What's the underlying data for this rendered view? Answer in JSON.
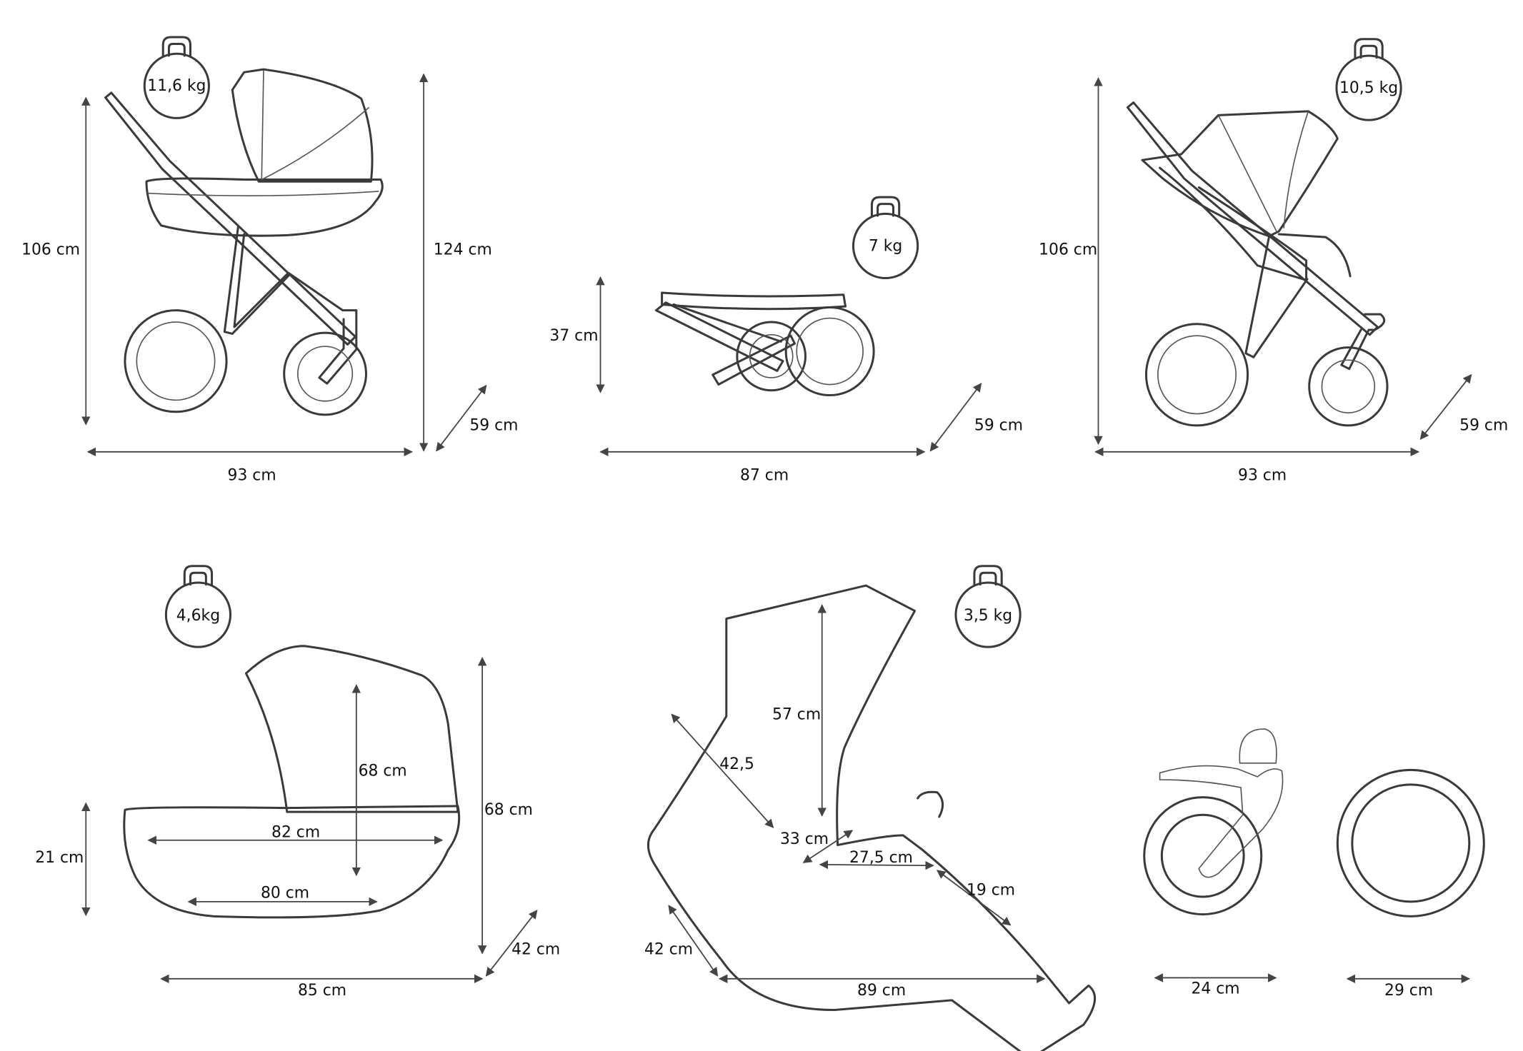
{
  "stroller_carrycot": {
    "weight": "11,6 kg",
    "height": "106 cm",
    "total_height": "124 cm",
    "width": "59 cm",
    "length": "93 cm"
  },
  "folded": {
    "weight": "7 kg",
    "height": "37 cm",
    "width": "59 cm",
    "length": "87 cm"
  },
  "stroller_seat": {
    "weight": "10,5 kg",
    "height": "106 cm",
    "width": "59 cm",
    "length": "93 cm"
  },
  "carrycot": {
    "weight": "4,6kg",
    "side_height": "21 cm",
    "inner_height": "68 cm",
    "total_height": "68 cm",
    "inner_length_top": "82 cm",
    "inner_length_bottom": "80 cm",
    "width": "42 cm",
    "length": "85 cm"
  },
  "seat_unit": {
    "weight": "3,5 kg",
    "back_height": "57 cm",
    "backrest": "42,5",
    "seat_width": "33 cm",
    "seat_depth": "27,5 cm",
    "footrest": "19 cm",
    "width": "42 cm",
    "length": "89 cm"
  },
  "wheels": {
    "front": "24 cm",
    "rear": "29 cm"
  }
}
